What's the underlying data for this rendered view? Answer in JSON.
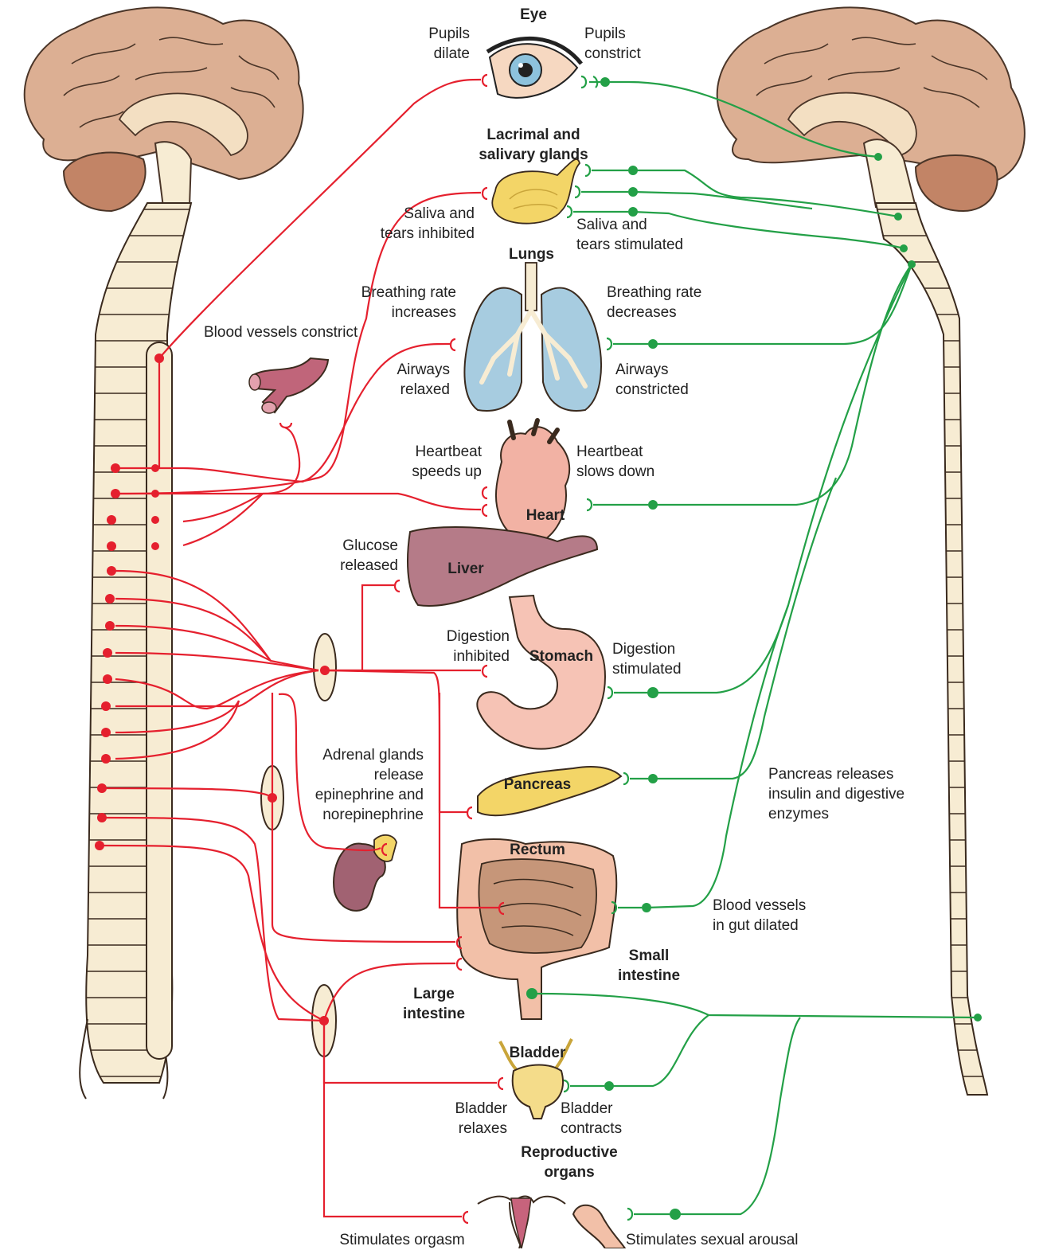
{
  "colors": {
    "sympathetic": "#e5202e",
    "parasympathetic": "#23a047",
    "brain": "#dcaf93",
    "brain_outline": "#4a3528",
    "cerebellum": "#c28466",
    "spine": "#f7ecd3",
    "lungs": "#a7cce0",
    "heart": "#f2b2a4",
    "liver": "#b57b88",
    "stomach": "#f6c3b5",
    "pancreas": "#f3d567",
    "intestine": "#f2c0a8",
    "small_intestine": "#c69679",
    "kidney": "#a16272",
    "bladder": "#f4dc8a"
  },
  "organs": {
    "eye": "Eye",
    "glands": "Lacrimal and\nsalivary glands",
    "lungs": "Lungs",
    "heart": "Heart",
    "liver": "Liver",
    "stomach": "Stomach",
    "pancreas": "Pancreas",
    "rectum": "Rectum",
    "small_intestine": "Small\nintestine",
    "large_intestine": "Large\nintestine",
    "bladder": "Bladder",
    "reproductive": "Reproductive\norgans"
  },
  "sympathetic_effects": {
    "pupils": "Pupils\ndilate",
    "saliva": "Saliva and\ntears inhibited",
    "breathing": "Breathing rate\nincreases",
    "airways": "Airways\nrelaxed",
    "vessels": "Blood vessels constrict",
    "heartbeat": "Heartbeat\nspeeds up",
    "glucose": "Glucose\nreleased",
    "digestion": "Digestion\ninhibited",
    "adrenal": "Adrenal glands\nrelease\nepinephrine and\nnorepinephrine",
    "bladder": "Bladder\nrelaxes",
    "orgasm": "Stimulates orgasm"
  },
  "parasympathetic_effects": {
    "pupils": "Pupils\nconstrict",
    "saliva": "Saliva and\ntears stimulated",
    "breathing": "Breathing rate\ndecreases",
    "airways": "Airways\nconstricted",
    "heartbeat": "Heartbeat\nslows down",
    "digestion": "Digestion\nstimulated",
    "pancreas": "Pancreas releases\ninsulin and digestive\nenzymes",
    "gut_vessels": "Blood vessels\nin gut dilated",
    "bladder": "Bladder\ncontracts",
    "arousal": "Stimulates sexual arousal"
  },
  "icons": [
    "brain-icon",
    "spinal-cord-icon",
    "eye-icon",
    "gland-icon",
    "lungs-icon",
    "blood-vessel-icon",
    "heart-icon",
    "liver-icon",
    "stomach-icon",
    "pancreas-icon",
    "kidney-icon",
    "intestine-icon",
    "bladder-icon",
    "uterus-icon",
    "penis-icon",
    "ganglion-icon"
  ]
}
